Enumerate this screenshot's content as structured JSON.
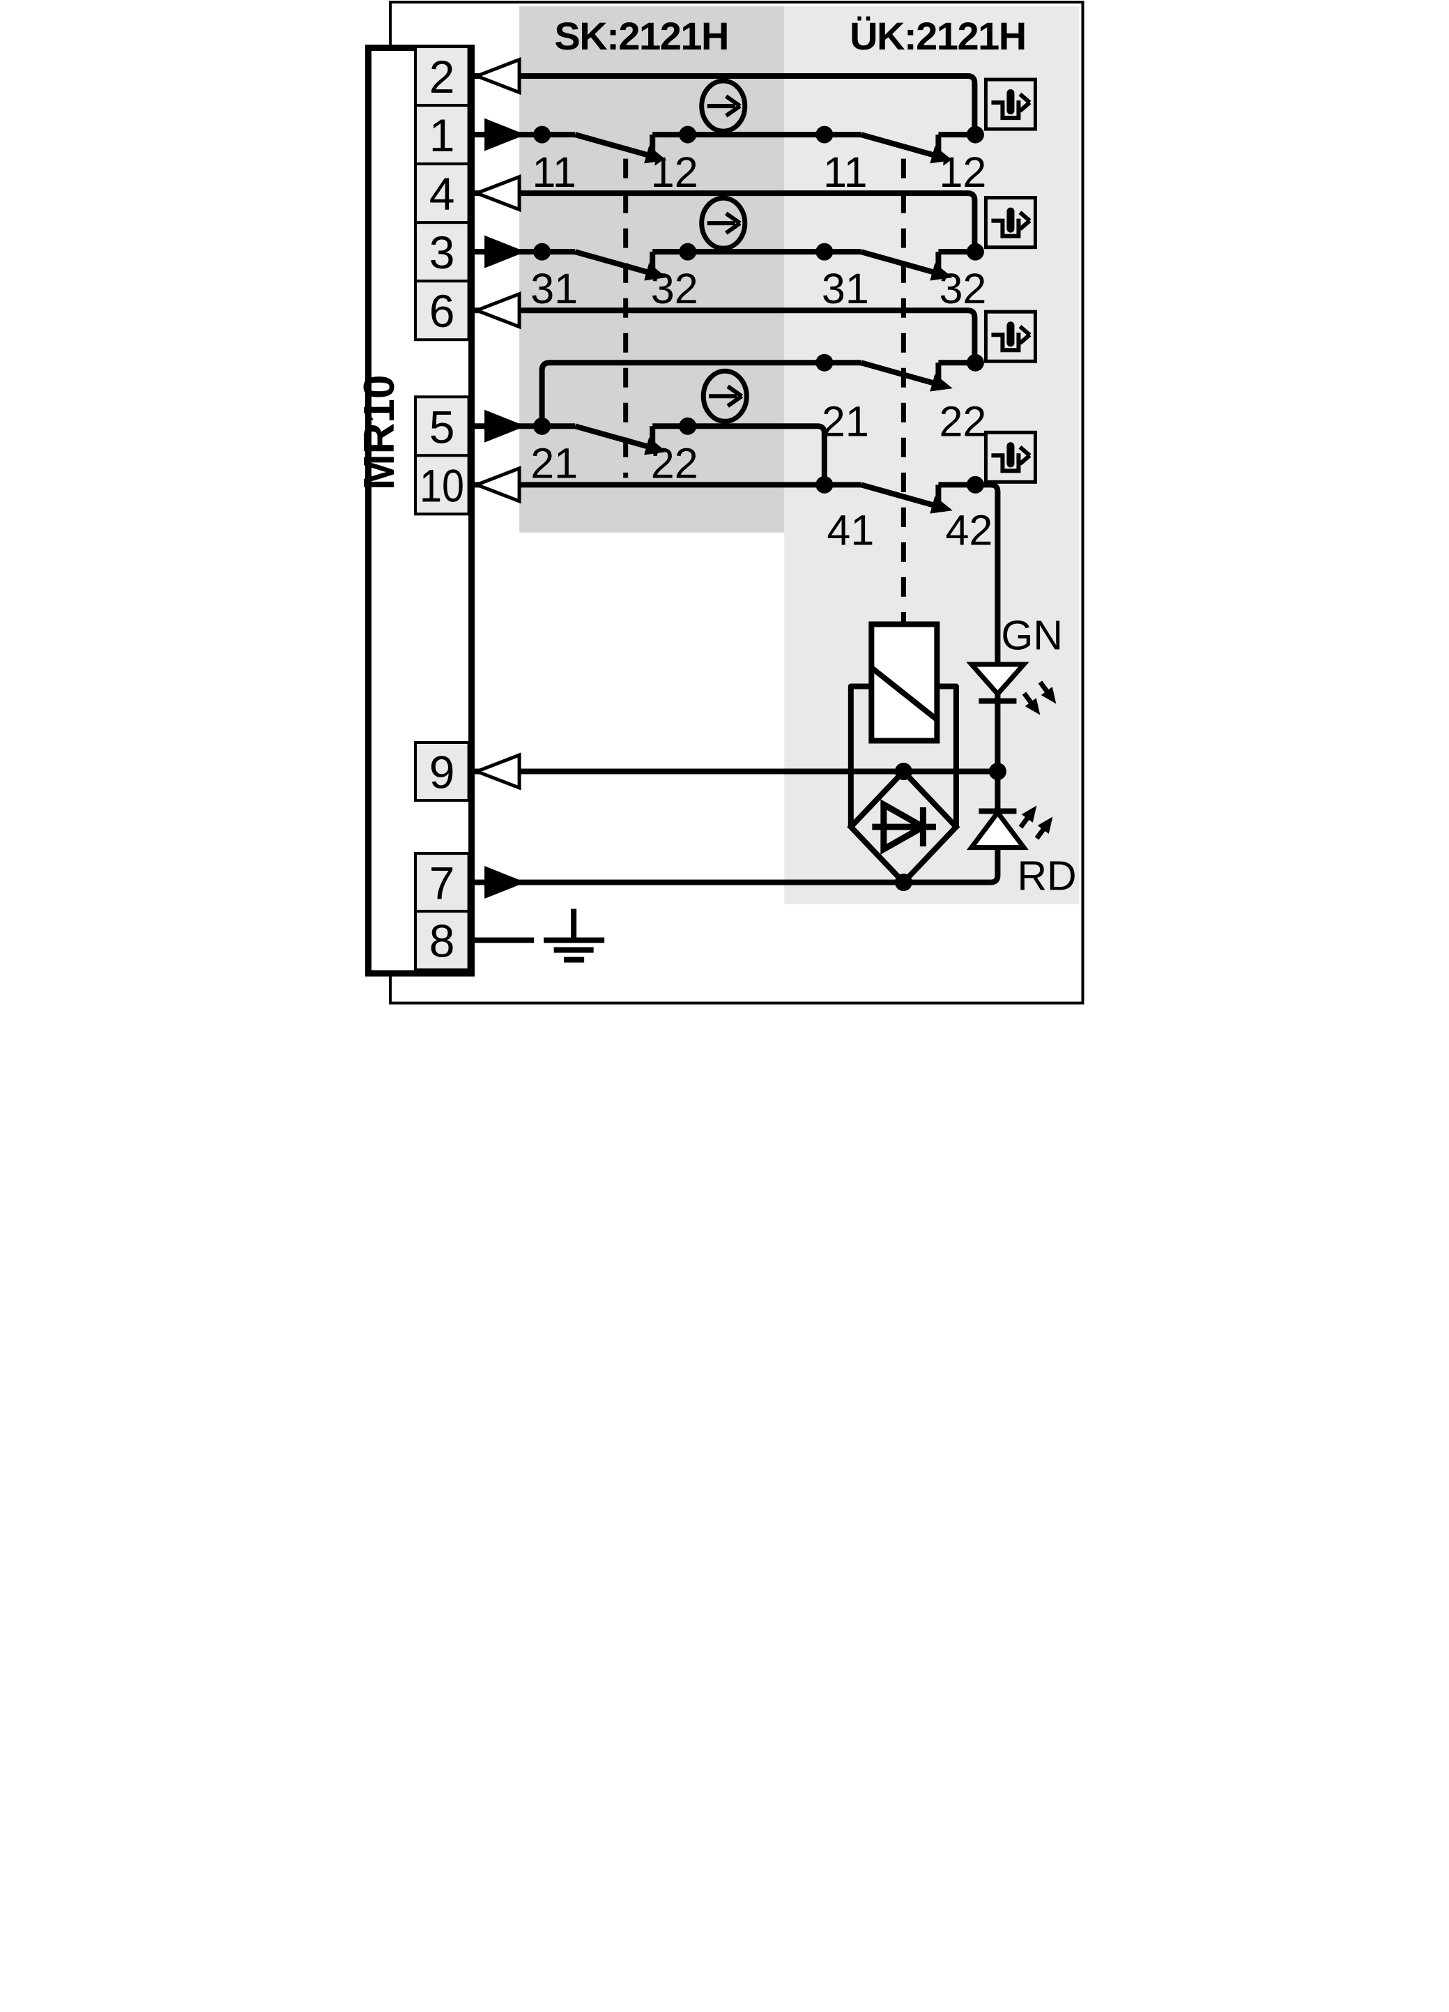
{
  "colors": {
    "sk_panel": "#d3d3d3",
    "uk_panel": "#e9e9e9",
    "terminal_fill": "#e9e9e9",
    "wire": "#000000",
    "symbol_fill": "#ffffff"
  },
  "headers": {
    "sk": "SK:2121H",
    "uk": "ÜK:2121H"
  },
  "connector": {
    "name": "MR10",
    "terminals": [
      "2",
      "1",
      "4",
      "3",
      "6",
      "5",
      "10",
      "9",
      "7",
      "8"
    ]
  },
  "contacts": {
    "sk": [
      [
        "11",
        "12"
      ],
      [
        "31",
        "32"
      ],
      [
        "21",
        "22"
      ]
    ],
    "uk": [
      [
        "11",
        "12"
      ],
      [
        "31",
        "32"
      ],
      [
        "21",
        "22"
      ],
      [
        "41",
        "42"
      ]
    ]
  },
  "leds": {
    "green": "GN",
    "red": "RD"
  }
}
